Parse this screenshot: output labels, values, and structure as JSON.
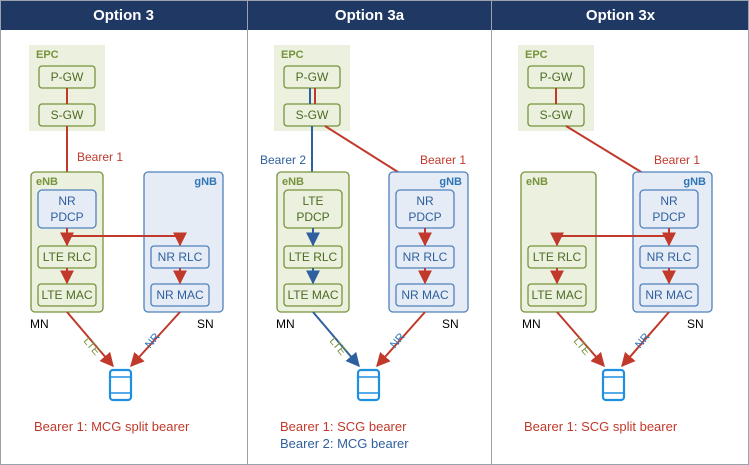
{
  "colors": {
    "header_bg": "#1f3864",
    "green": "#77933c",
    "green_fill": "#ebf1de",
    "blue": "#4f81bd",
    "blue_fill": "#e6ecf5",
    "red": "#c0392b",
    "bearer2_blue": "#2e5f9e",
    "phone": "#1f8fe0"
  },
  "columns": [
    {
      "title": "Option 3",
      "epc": "EPC",
      "pgw": "P-GW",
      "sgw": "S-GW",
      "enb": "eNB",
      "gnb": "gNB",
      "enb_box1": "",
      "enb_box1_l1": "NR",
      "enb_box1_l2": "PDCP",
      "enb_rlc": "LTE RLC",
      "enb_mac": "LTE MAC",
      "gnb_box1_l1": "",
      "gnb_box1_l2": "",
      "gnb_rlc": "NR RLC",
      "gnb_mac": "NR MAC",
      "bearer_label_1": "Bearer 1",
      "bearer_label_2": "",
      "mn": "MN",
      "sn": "SN",
      "link_lte": "LTE",
      "link_nr": "NR",
      "footer_1": "Bearer 1: MCG split bearer",
      "footer_2": ""
    },
    {
      "title": "Option 3a",
      "epc": "EPC",
      "pgw": "P-GW",
      "sgw": "S-GW",
      "enb": "eNB",
      "gnb": "gNB",
      "enb_box1_l1": "LTE",
      "enb_box1_l2": "PDCP",
      "enb_rlc": "LTE RLC",
      "enb_mac": "LTE MAC",
      "gnb_box1_l1": "NR",
      "gnb_box1_l2": "PDCP",
      "gnb_rlc": "NR RLC",
      "gnb_mac": "NR MAC",
      "bearer_label_1": "Bearer 1",
      "bearer_label_2": "Bearer 2",
      "mn": "MN",
      "sn": "SN",
      "link_lte": "LTE",
      "link_nr": "NR",
      "footer_1": "Bearer 1: SCG bearer",
      "footer_2": "Bearer 2: MCG bearer"
    },
    {
      "title": "Option 3x",
      "epc": "EPC",
      "pgw": "P-GW",
      "sgw": "S-GW",
      "enb": "eNB",
      "gnb": "gNB",
      "enb_box1_l1": "",
      "enb_box1_l2": "",
      "enb_rlc": "LTE RLC",
      "enb_mac": "LTE MAC",
      "gnb_box1_l1": "NR",
      "gnb_box1_l2": "PDCP",
      "gnb_rlc": "NR RLC",
      "gnb_mac": "NR MAC",
      "bearer_label_1": "Bearer 1",
      "bearer_label_2": "",
      "mn": "MN",
      "sn": "SN",
      "link_lte": "LTE",
      "link_nr": "NR",
      "footer_1": "Bearer 1: SCG split bearer",
      "footer_2": ""
    }
  ]
}
